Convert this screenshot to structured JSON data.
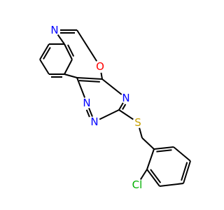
{
  "colors": {
    "N": "#0000ff",
    "O": "#ff0000",
    "S": "#c8a000",
    "Cl": "#00b000",
    "bond": "#000000"
  },
  "atoms": {
    "n_imine": "N",
    "o_ring": "O",
    "n_triazine_a": "N",
    "n_triazine_b": "N",
    "n_triazine_c": "N",
    "s_thioether": "S",
    "cl_substituent": "Cl"
  }
}
